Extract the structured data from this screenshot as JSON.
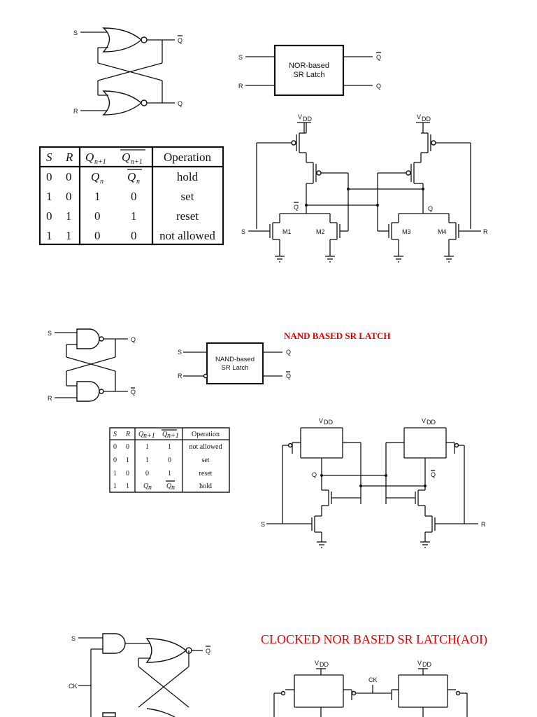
{
  "nor_section": {
    "gate_inputs": {
      "s": "S",
      "r": "R"
    },
    "gate_outputs": {
      "q_bar": "Q",
      "q": "Q"
    },
    "block": {
      "line1": "NOR-based",
      "line2": "SR Latch",
      "in_s": "S",
      "in_r": "R",
      "out_qbar": "Q",
      "out_q": "Q"
    },
    "truth_table": {
      "headers": [
        "S",
        "R",
        "Q",
        "n+1",
        "Q",
        "n+1",
        "Operation"
      ],
      "rows": [
        [
          "0",
          "0",
          "Q",
          "n",
          "Q",
          "n",
          "hold"
        ],
        [
          "1",
          "0",
          "1",
          "",
          "0",
          "",
          "set"
        ],
        [
          "0",
          "1",
          "0",
          "",
          "1",
          "",
          "reset"
        ],
        [
          "1",
          "1",
          "0",
          "",
          "0",
          "",
          "not allowed"
        ]
      ]
    },
    "cmos": {
      "vdd1": "V",
      "vdd1_sub": "DD",
      "vdd2": "V",
      "vdd2_sub": "DD",
      "q_bar": "Q",
      "q": "Q",
      "m1": "M1",
      "m2": "M2",
      "m3": "M3",
      "m4": "M4",
      "s": "S",
      "r": "R"
    }
  },
  "nand_section": {
    "title": "NAND BASED SR LATCH",
    "gate_inputs": {
      "s": "S",
      "r": "R"
    },
    "gate_outputs": {
      "q": "Q",
      "q_bar": "Q"
    },
    "block": {
      "line1": "NAND-based",
      "line2": "SR Latch",
      "in_s": "S",
      "in_r": "R",
      "out_q": "Q",
      "out_qbar": "Q"
    },
    "truth_table": {
      "headers": [
        "S",
        "R",
        "Q",
        "n+1",
        "Q",
        "n+1",
        "Operation"
      ],
      "rows": [
        [
          "0",
          "0",
          "1",
          "",
          "1",
          "",
          "not allowed"
        ],
        [
          "0",
          "1",
          "1",
          "",
          "0",
          "",
          "set"
        ],
        [
          "1",
          "0",
          "0",
          "",
          "1",
          "",
          "reset"
        ],
        [
          "1",
          "1",
          "Q",
          "n",
          "Q",
          "n",
          "hold"
        ]
      ]
    },
    "cmos": {
      "vdd1": "V",
      "vdd1_sub": "DD",
      "vdd2": "V",
      "vdd2_sub": "DD",
      "q": "Q",
      "q_bar": "Q",
      "s": "S",
      "r": "R"
    }
  },
  "clocked_section": {
    "title": "CLOCKED NOR BASED SR LATCH(AOI)",
    "s": "S",
    "ck": "CK",
    "q_bar": "Q",
    "cmos": {
      "vdd1": "V",
      "vdd1_sub": "DD",
      "vdd2": "V",
      "vdd2_sub": "DD",
      "ck": "CK"
    }
  }
}
